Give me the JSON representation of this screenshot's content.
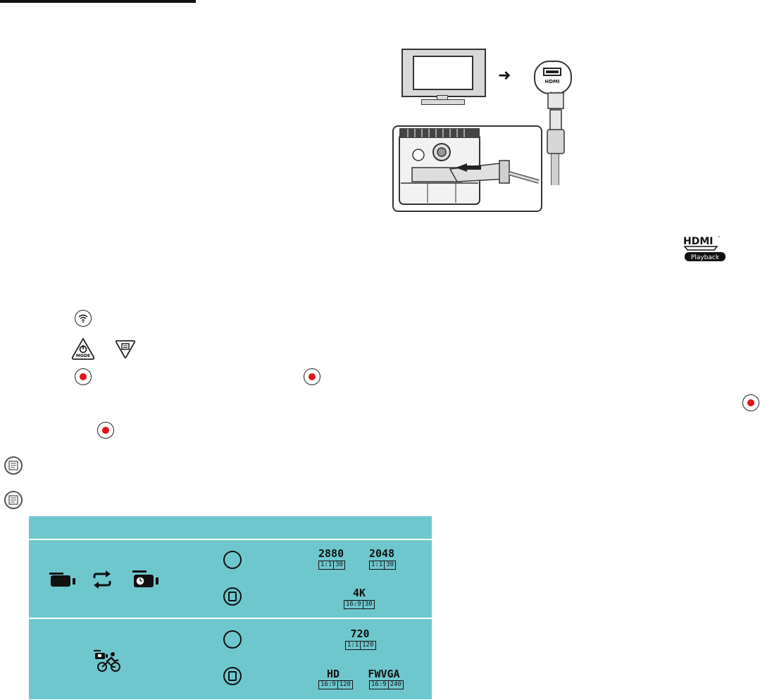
{
  "header": {
    "rule": "top-rule"
  },
  "illustration": {
    "hdmi_port_label": "HDMI",
    "icons": [
      "tv-icon",
      "arrow-right-icon",
      "hdmi-port-icon",
      "camera-icon",
      "hdmi-cable-icon"
    ]
  },
  "hdmi_badge": {
    "logo": "HDMI",
    "label": "Playback"
  },
  "buttons": {
    "wifi": "wifi-button-icon",
    "mode_label": "MODE",
    "menu": "menu-button-icon",
    "record": "record-button-icon"
  },
  "colors": {
    "table_bg": "#6fc7ce",
    "record_red": "#e0141a"
  },
  "table": {
    "rows": [
      {
        "modes": [
          "video-icon",
          "loop-icon",
          "timelapse-video-icon"
        ],
        "options": [
          {
            "lens": "circle-lens-icon",
            "resolutions": [
              {
                "label": "2880",
                "ratio": "1:1",
                "fps": "30"
              },
              {
                "label": "2048",
                "ratio": "1:1",
                "fps": "30"
              }
            ]
          },
          {
            "lens": "square-lens-icon",
            "resolutions": [
              {
                "label": "4K",
                "ratio": "16:9",
                "fps": "30"
              }
            ]
          }
        ]
      },
      {
        "modes": [
          "sport-video-icon"
        ],
        "options": [
          {
            "lens": "circle-lens-icon",
            "resolutions": [
              {
                "label": "720",
                "ratio": "1:1",
                "fps": "120"
              }
            ]
          },
          {
            "lens": "square-lens-icon",
            "resolutions": [
              {
                "label": "HD",
                "ratio": "16:9",
                "fps": "120"
              },
              {
                "label": "FWVGA",
                "ratio": "16:9",
                "fps": "240"
              }
            ]
          }
        ]
      }
    ]
  }
}
